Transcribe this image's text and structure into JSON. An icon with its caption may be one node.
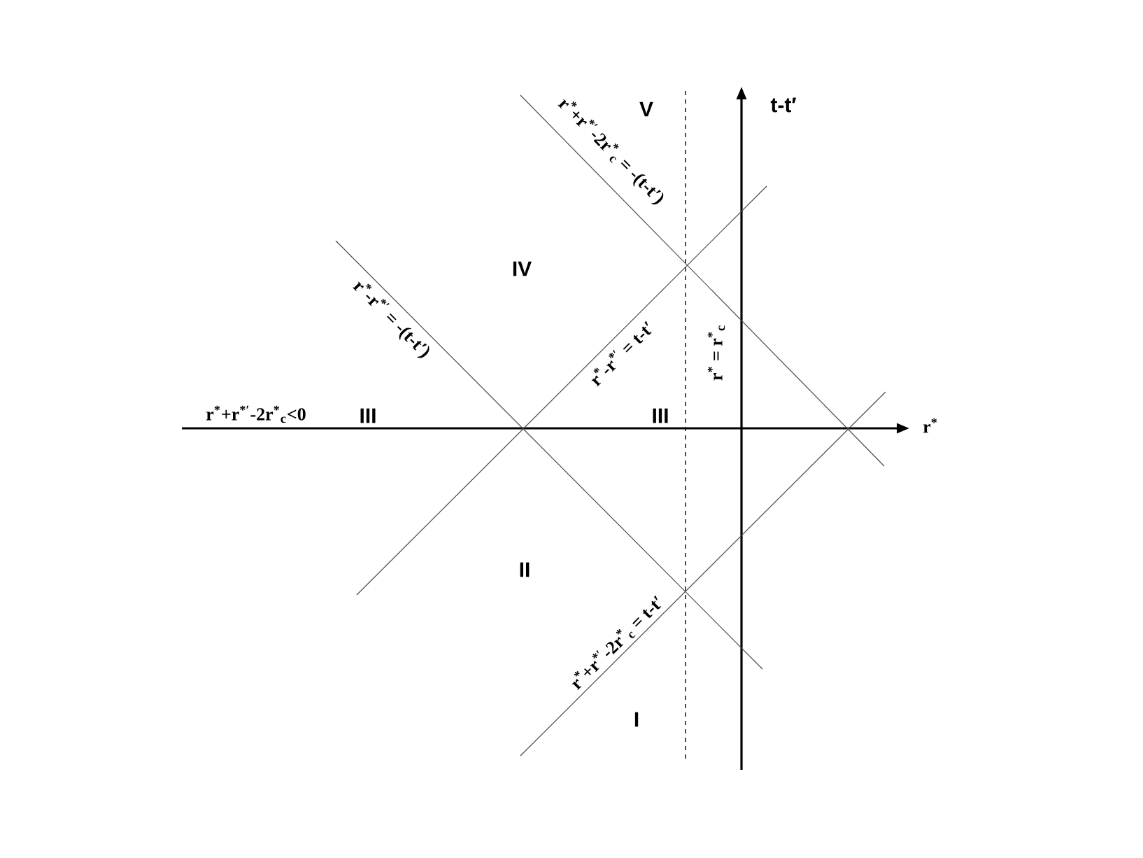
{
  "diagram": {
    "labels": [
      "V",
      "t-t′",
      "r$^{*}$+r$^{*′}$-2r$^{*}$$_{c}$ = -(t-t′)",
      "IV",
      "r$^{*}$-r$^{*′}$ = -(t-t′)",
      "r$^{*}$-r$^{*′}$ = t-t′",
      "r$^{*}$ = r$^{*}$$_{c}$",
      "r$^{*}$+r$^{*′}$-2r$^{*}$$_{c}$<0",
      "III",
      "III",
      "r$^{*}$",
      "II",
      "r$^{*}$+r$^{*′}$-2r$^{*}$$_{c}$ = t-t′",
      "I"
    ]
  }
}
